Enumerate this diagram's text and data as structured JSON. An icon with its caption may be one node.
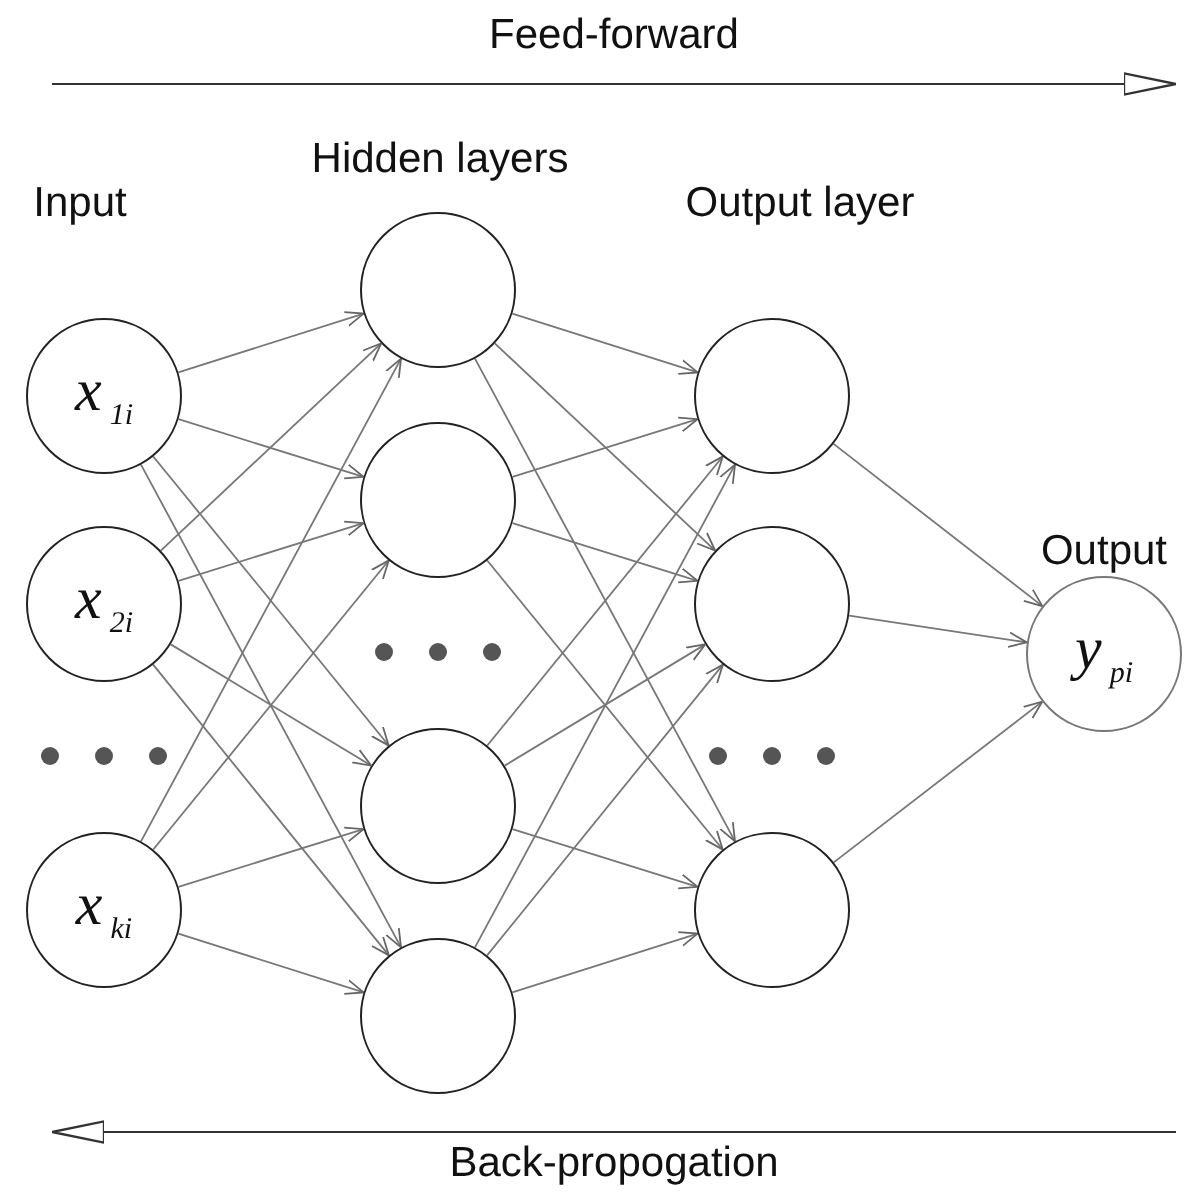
{
  "diagram": {
    "nodes": [
      {
        "text": [
          "x$_{1i}$"
        ]
      },
      {
        "text": [
          "x$_{2i}$"
        ]
      },
      {
        "text": [
          "x$_{ki}$"
        ]
      },
      {
        "text": [],
        "shape": "circle"
      },
      {
        "text": [],
        "shape": "circle"
      },
      {
        "text": [],
        "shape": "circle"
      },
      {
        "text": [],
        "shape": "circle"
      },
      {
        "text": [],
        "shape": "circle"
      },
      {
        "text": [],
        "shape": "circle"
      },
      {
        "text": [],
        "shape": "circle"
      },
      {
        "text": [
          "y$_{pi}$"
        ]
      }
    ],
    "edges": [
      {
        "from": 0,
        "to": 3,
        "arrow": "to"
      },
      {
        "from": 0,
        "to": 4,
        "arrow": "to"
      },
      {
        "from": 0,
        "to": 5,
        "arrow": "to"
      },
      {
        "from": 0,
        "to": 6,
        "arrow": "to"
      },
      {
        "from": 1,
        "to": 3,
        "arrow": "to"
      },
      {
        "from": 1,
        "to": 4,
        "arrow": "to"
      },
      {
        "from": 1,
        "to": 5,
        "arrow": "to"
      },
      {
        "from": 1,
        "to": 6,
        "arrow": "to"
      },
      {
        "from": 2,
        "to": 3,
        "arrow": "to"
      },
      {
        "from": 2,
        "to": 4,
        "arrow": "to"
      },
      {
        "from": 2,
        "to": 5,
        "arrow": "to"
      },
      {
        "from": 2,
        "to": 6,
        "arrow": "to"
      },
      {
        "from": 3,
        "to": 7,
        "arrow": "to"
      },
      {
        "from": 3,
        "to": 8,
        "arrow": "to"
      },
      {
        "from": 3,
        "to": 9,
        "arrow": "to"
      },
      {
        "from": 4,
        "to": 7,
        "arrow": "to"
      },
      {
        "from": 4,
        "to": 8,
        "arrow": "to"
      },
      {
        "from": 4,
        "to": 9,
        "arrow": "to"
      },
      {
        "from": 5,
        "to": 7,
        "arrow": "to"
      },
      {
        "from": 5,
        "to": 8,
        "arrow": "to"
      },
      {
        "from": 5,
        "to": 9,
        "arrow": "to"
      },
      {
        "from": 6,
        "to": 7,
        "arrow": "to"
      },
      {
        "from": 6,
        "to": 8,
        "arrow": "to"
      },
      {
        "from": 6,
        "to": 9,
        "arrow": "to"
      },
      {
        "from": 7,
        "to": 10,
        "arrow": "to"
      },
      {
        "from": 8,
        "to": 10,
        "arrow": "to"
      },
      {
        "from": 9,
        "to": 10,
        "arrow": "to"
      }
    ],
    "labels": [
      "Feed-forward",
      "Hidden layers",
      "Input",
      "Output layer",
      "Output",
      "Back-propogation"
    ]
  }
}
